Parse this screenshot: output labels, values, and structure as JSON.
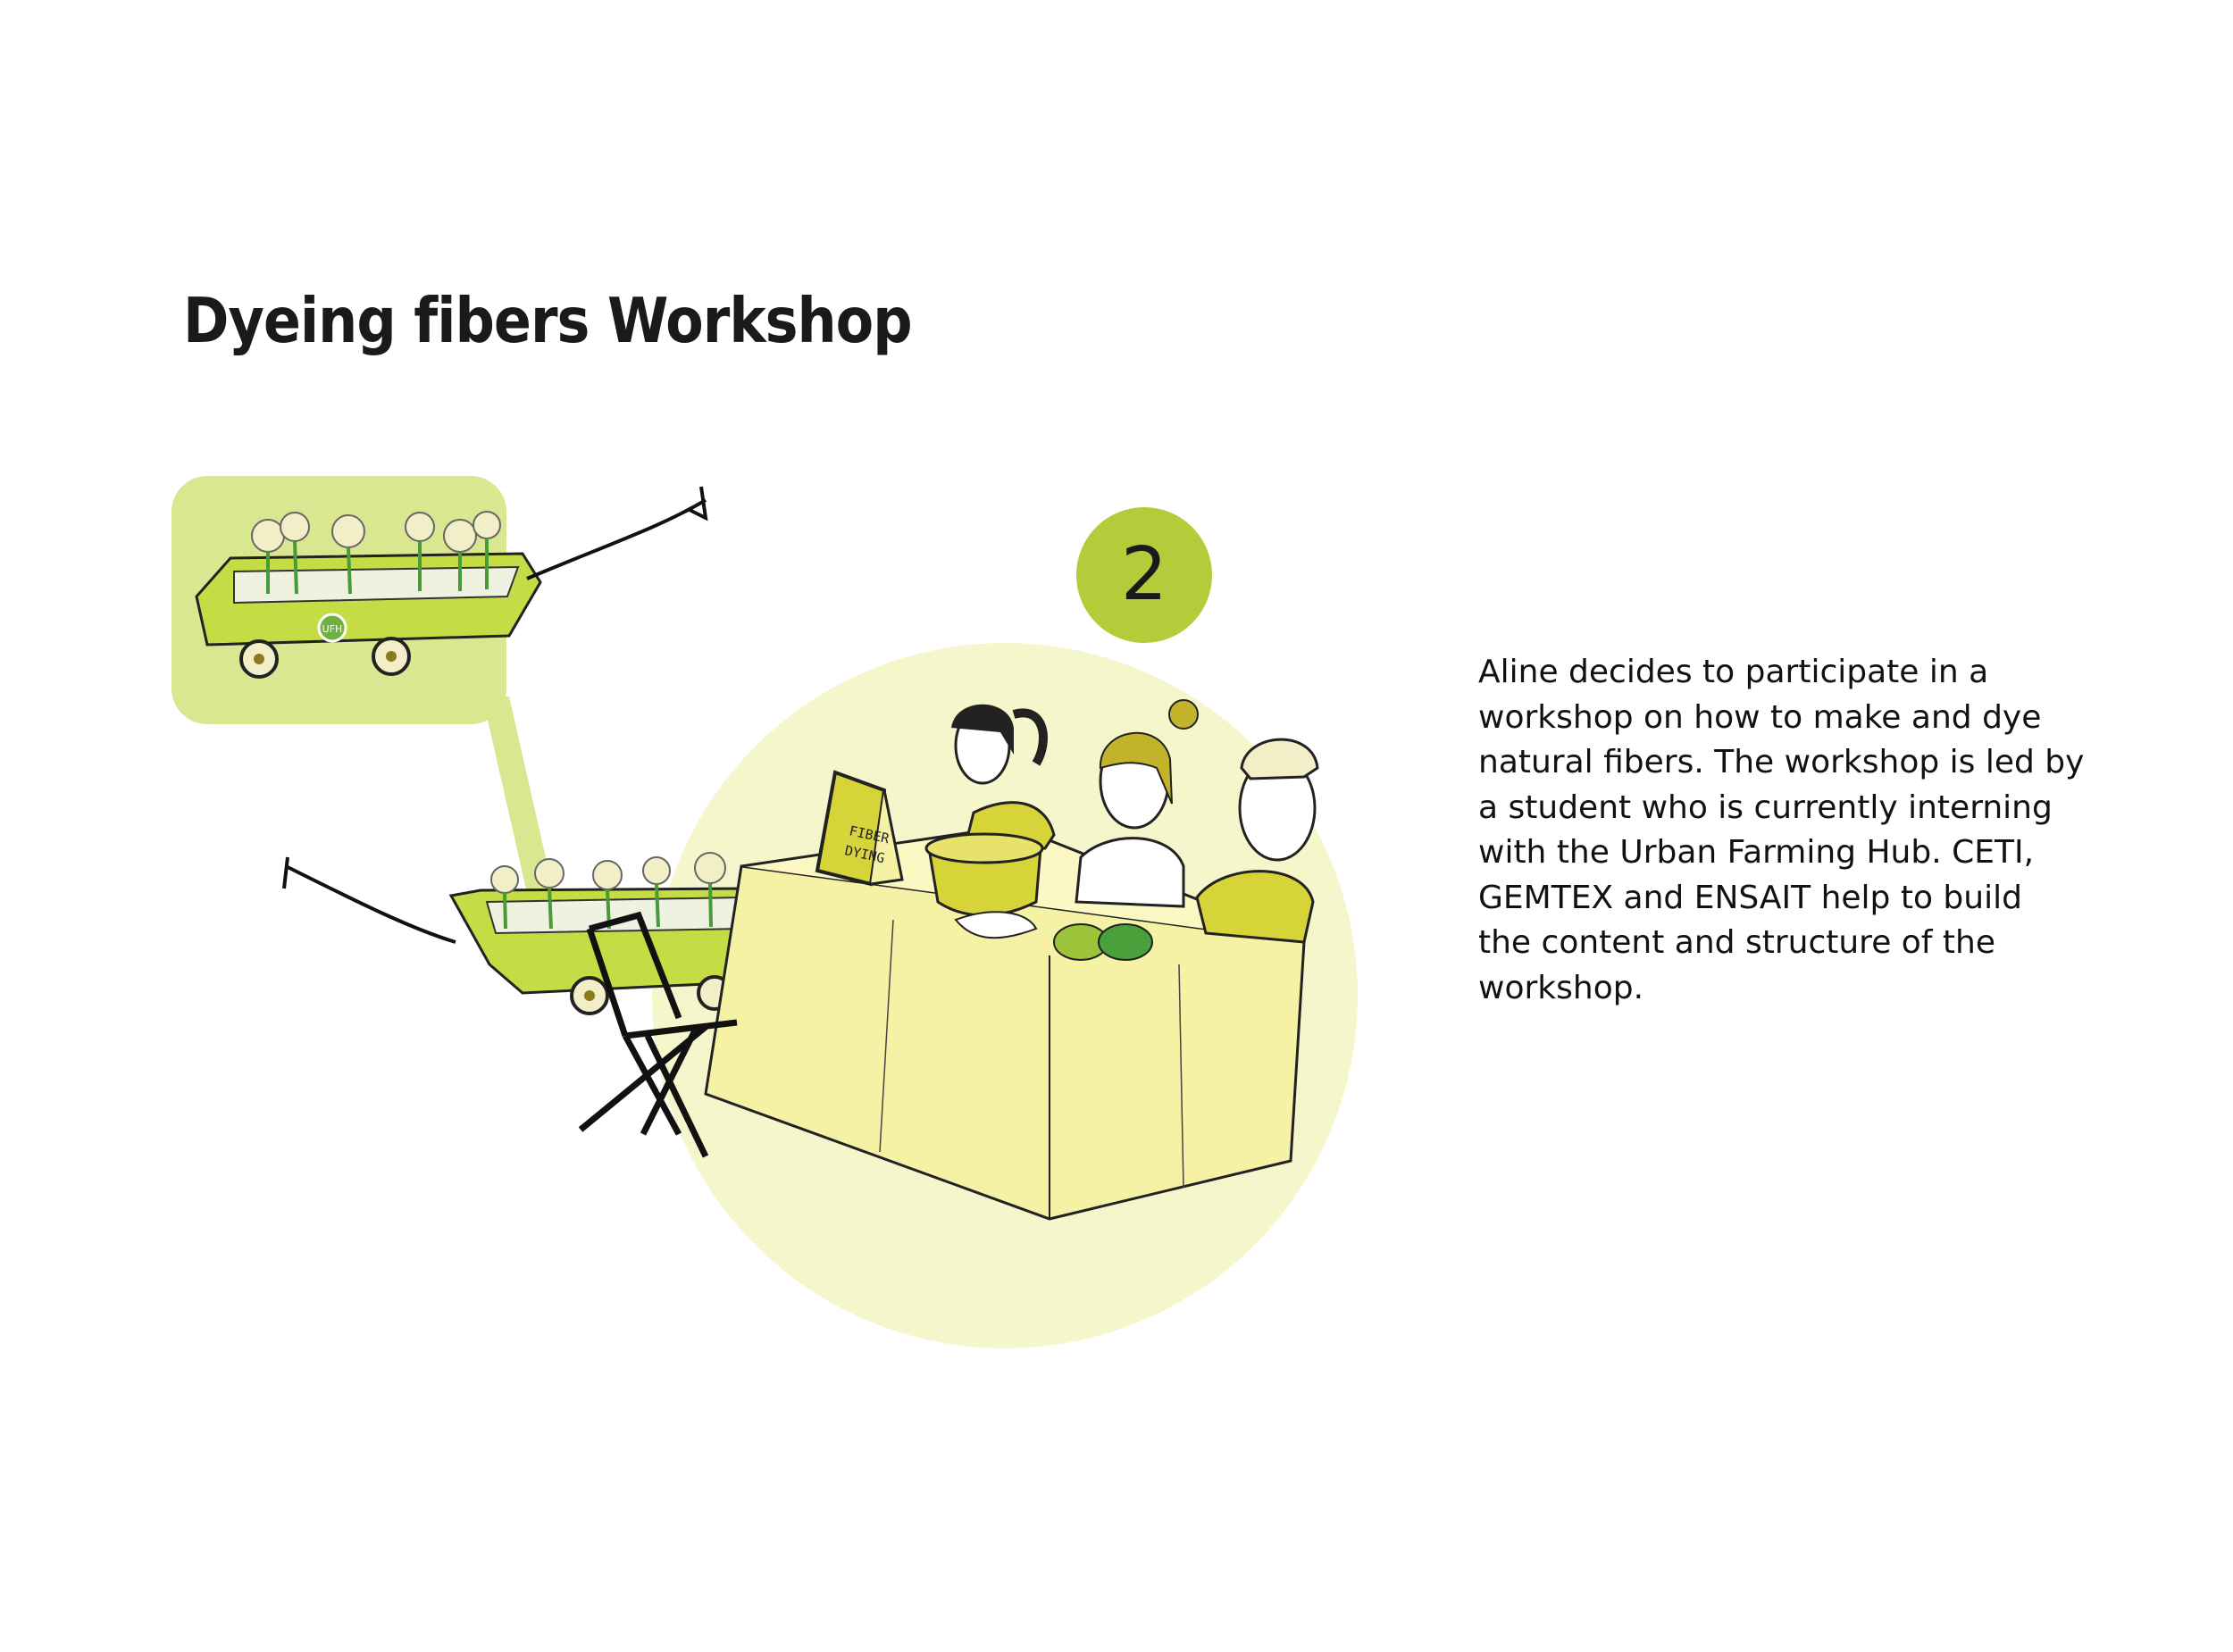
{
  "page": {
    "title": "Dyeing fibers Workshop",
    "step_number": "2",
    "description_lines": [
      "Aline decides to participate in a",
      "workshop on how to make and dye",
      "natural fibers. The workshop is led by",
      "a student who is currently interning",
      "with the Urban Farming Hub. CETI,",
      "GEMTEX and ENSAIT help to build",
      "the content and structure of the",
      "workshop."
    ]
  },
  "illustration": {
    "sign_line_1": "FIBER",
    "sign_line_2": "DYING",
    "wagon_label": "UFH"
  },
  "colors": {
    "accent_green": "#b5cc3a",
    "pale_yellow": "#f6f6cc",
    "soft_green": "#d9e890",
    "table_yellow": "#f5f2a6"
  },
  "icons": [
    "wagon-icon",
    "cotton-plant-icon",
    "chair-icon",
    "pot-icon",
    "yarn-icon"
  ]
}
